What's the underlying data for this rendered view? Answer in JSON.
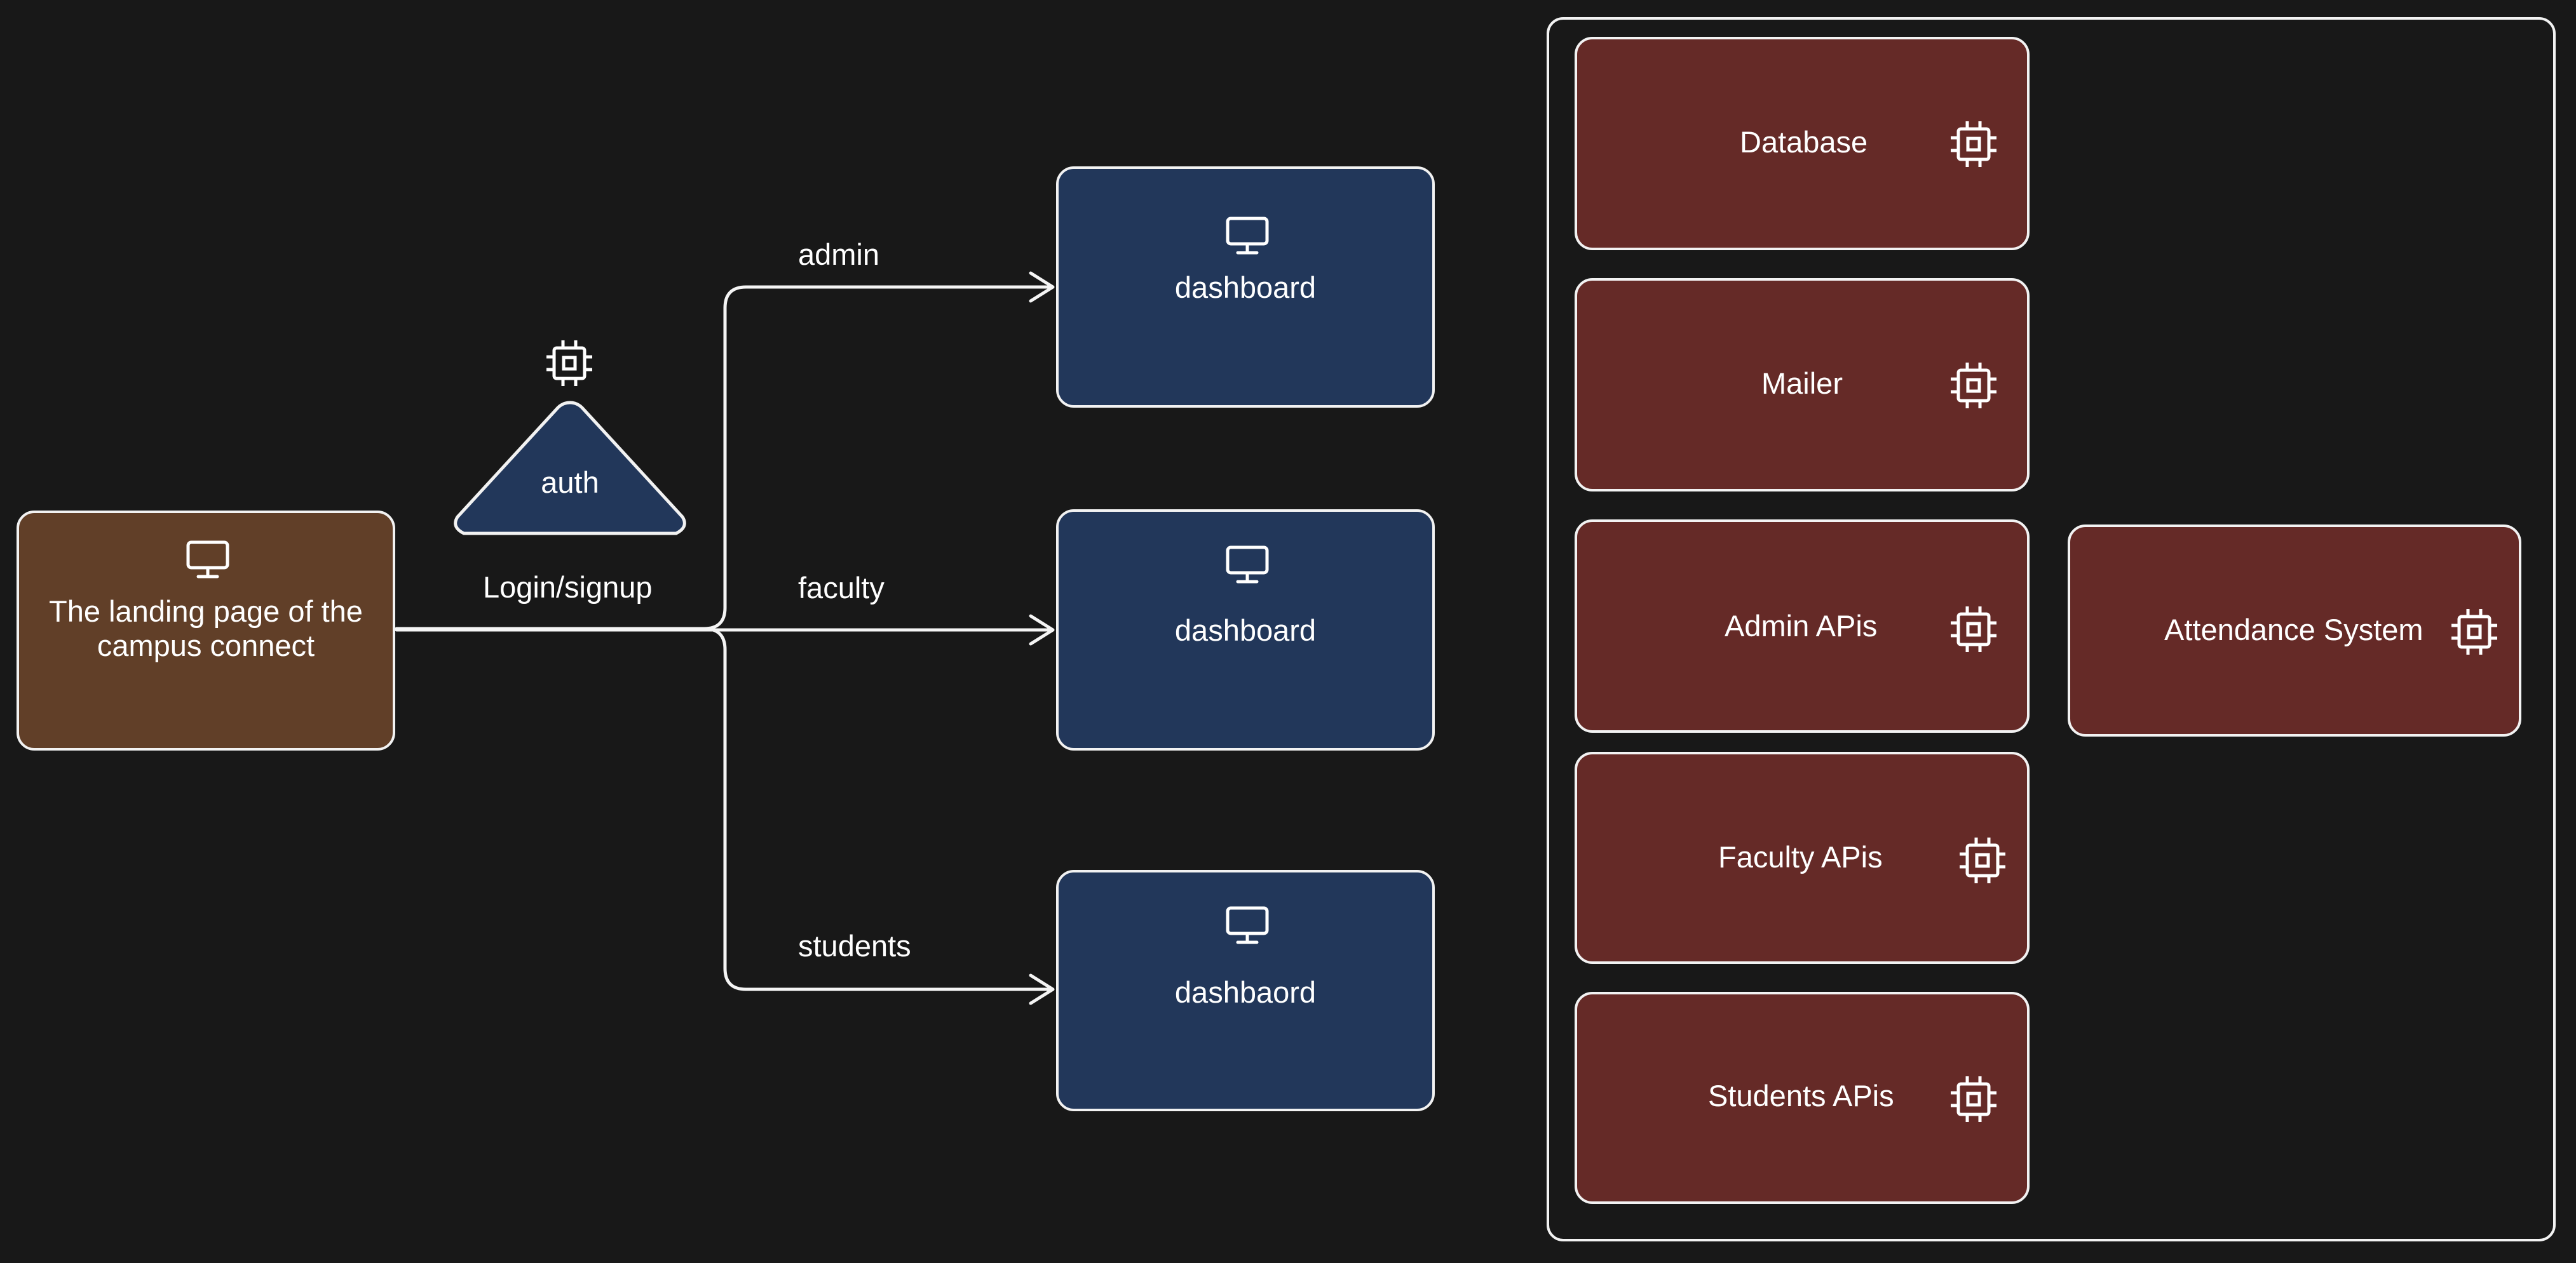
{
  "landing": {
    "text": "The landing page of the campus connect",
    "icon": "monitor-icon"
  },
  "auth": {
    "text": "auth",
    "icon": "chip-icon"
  },
  "edge_label_login": "Login/signup",
  "routes": [
    {
      "label": "admin",
      "dashboard": "dashboard"
    },
    {
      "label": "faculty",
      "dashboard": "dashboard"
    },
    {
      "label": "students",
      "dashboard": "dashbaord"
    }
  ],
  "services": [
    {
      "name": "Database",
      "icon": "chip-icon"
    },
    {
      "name": "Mailer",
      "icon": "chip-icon"
    },
    {
      "name": "Admin APis",
      "icon": "chip-icon"
    },
    {
      "name": "Faculty APis",
      "icon": "chip-icon"
    },
    {
      "name": "Students APis",
      "icon": "chip-icon"
    },
    {
      "name": "Attendance System",
      "icon": "chip-icon"
    }
  ],
  "colors": {
    "background": "#181818",
    "landing_fill": "#613f28",
    "dashboard_fill": "#22375a",
    "service_fill": "#652a27",
    "stroke": "#f2f2f2"
  }
}
